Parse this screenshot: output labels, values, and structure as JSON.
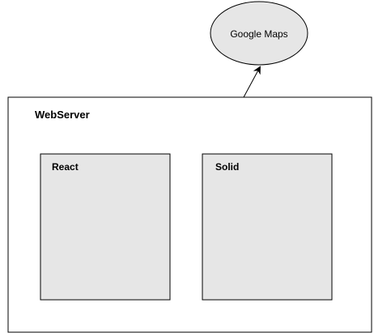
{
  "nodes": {
    "google_maps": {
      "label": "Google Maps"
    },
    "webserver": {
      "label": "WebServer"
    },
    "react": {
      "label": "React"
    },
    "solid": {
      "label": "Solid"
    }
  },
  "edges": [
    {
      "from": "webserver",
      "to": "google_maps"
    }
  ],
  "colors": {
    "stroke": "#000000",
    "ellipse_fill": "#e6e6e6",
    "box_fill": "#e6e6e6",
    "container_fill": "#ffffff"
  }
}
